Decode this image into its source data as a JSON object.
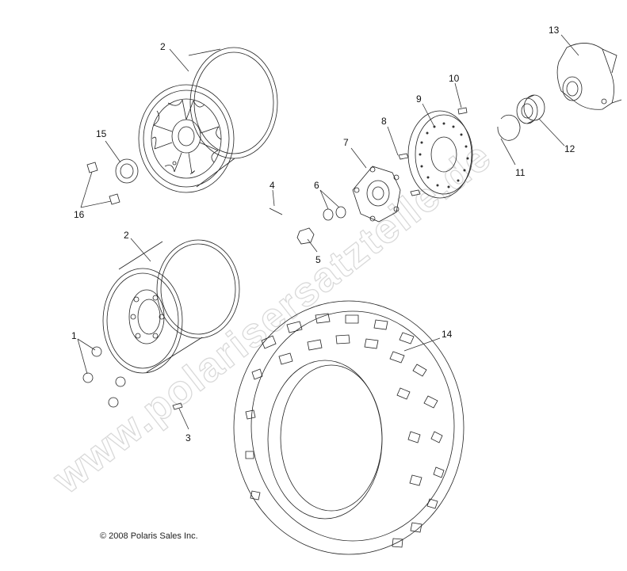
{
  "watermark": "www.polarisersatzteile.de",
  "copyright": "© 2008 Polaris Sales Inc.",
  "callouts": {
    "c1": "1",
    "c2a": "2",
    "c2b": "2",
    "c3": "3",
    "c4": "4",
    "c5": "5",
    "c6": "6",
    "c7": "7",
    "c8": "8",
    "c9": "9",
    "c10": "10",
    "c11": "11",
    "c12": "12",
    "c13": "13",
    "c14": "14",
    "c15": "15",
    "c16": "16"
  }
}
